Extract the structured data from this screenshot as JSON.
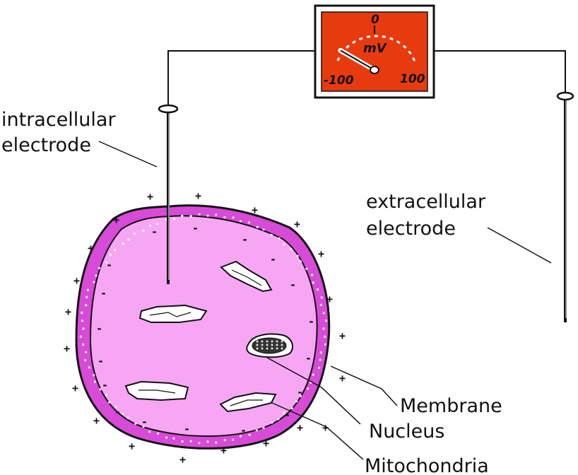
{
  "labels": {
    "intracellular_1": "intracellular",
    "intracellular_2": "electrode",
    "extracellular_1": "extracellular",
    "extracellular_2": "electrode",
    "membrane": "Membrane",
    "nucleus": "Nucleus",
    "mitochondria": "Mitochondria"
  },
  "meter": {
    "unit": "mV",
    "scale_min": "-100",
    "scale_zero": "0",
    "scale_max": "100",
    "reading_mv": -70
  },
  "colors": {
    "meter_face": "#e83a0f",
    "membrane": "#d84ad8",
    "cytoplasm": "#f7a6f4",
    "outline": "#111111"
  },
  "charges": {
    "outside": "+",
    "inside": "-"
  }
}
